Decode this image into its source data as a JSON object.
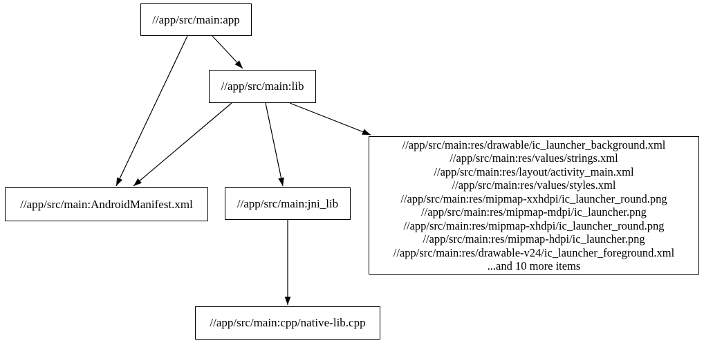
{
  "graph": {
    "type": "directed-dependency-graph",
    "colors": {
      "background": "#ffffff",
      "node_fill": "#ffffff",
      "node_border": "#000000",
      "edge": "#000000",
      "text": "#000000"
    },
    "nodes": {
      "app": {
        "label": "//app/src/main:app"
      },
      "lib": {
        "label": "//app/src/main:lib"
      },
      "android_manifest": {
        "label": "//app/src/main:AndroidManifest.xml"
      },
      "jni_lib": {
        "label": "//app/src/main:jni_lib"
      },
      "res_files": {
        "lines": [
          "//app/src/main:res/drawable/ic_launcher_background.xml",
          "//app/src/main:res/values/strings.xml",
          "//app/src/main:res/layout/activity_main.xml",
          "//app/src/main:res/values/styles.xml",
          "//app/src/main:res/mipmap-xxhdpi/ic_launcher_round.png",
          "//app/src/main:res/mipmap-mdpi/ic_launcher.png",
          "//app/src/main:res/mipmap-xhdpi/ic_launcher_round.png",
          "//app/src/main:res/mipmap-hdpi/ic_launcher.png",
          "//app/src/main:res/drawable-v24/ic_launcher_foreground.xml",
          "...and 10 more items"
        ]
      },
      "native_lib_cpp": {
        "label": "//app/src/main:cpp/native-lib.cpp"
      }
    },
    "edges": [
      {
        "from": "app",
        "to": "lib"
      },
      {
        "from": "app",
        "to": "android_manifest"
      },
      {
        "from": "lib",
        "to": "android_manifest"
      },
      {
        "from": "lib",
        "to": "jni_lib"
      },
      {
        "from": "lib",
        "to": "res_files"
      },
      {
        "from": "jni_lib",
        "to": "native_lib_cpp"
      }
    ]
  }
}
